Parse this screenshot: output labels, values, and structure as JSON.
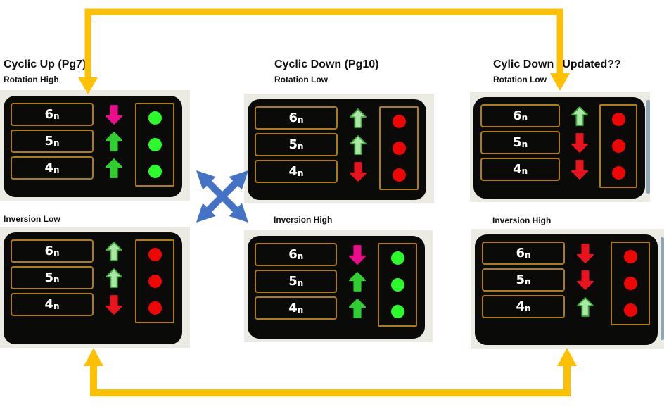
{
  "colors": {
    "gold": "#FFC000",
    "blue": "#4472C4",
    "panel_black": "#0A0A08",
    "frame_gray": "#ECEBE3",
    "box_border": "#AD7D08",
    "label_text": "#FFFFFF",
    "title_text": "#111111",
    "bright_green": "#2FCF2F",
    "pale_green_fill": "#A9E8A4",
    "pale_green_edge": "#44A73E",
    "red": "#E8131D",
    "magenta": "#EB0D8C",
    "dot_green": "#2BFB2B",
    "dot_red": "#F00505"
  },
  "panels": [
    {
      "key": "cyclic-up",
      "title": "Cyclic Up (Pg7)",
      "subtitle": "Rotation High",
      "rows": [
        {
          "label": "6n",
          "arrow": {
            "dir": "down",
            "color": "magenta"
          },
          "dot": "green"
        },
        {
          "label": "5n",
          "arrow": {
            "dir": "up",
            "color": "bright-green"
          },
          "dot": "green"
        },
        {
          "label": "4n",
          "arrow": {
            "dir": "up",
            "color": "bright-green"
          },
          "dot": "green"
        }
      ]
    },
    {
      "key": "cyclic-down",
      "title": "Cyclic Down (Pg10)",
      "subtitle": "Rotation Low",
      "rows": [
        {
          "label": "6n",
          "arrow": {
            "dir": "up",
            "color": "pale-green"
          },
          "dot": "red"
        },
        {
          "label": "5n",
          "arrow": {
            "dir": "up",
            "color": "pale-green"
          },
          "dot": "red"
        },
        {
          "label": "4n",
          "arrow": {
            "dir": "down",
            "color": "red"
          },
          "dot": "red"
        }
      ]
    },
    {
      "key": "cylic-down-updated",
      "title": "Cylic Down",
      "title2": "Updated??",
      "subtitle": "Rotation Low",
      "rows": [
        {
          "label": "6n",
          "arrow": {
            "dir": "up",
            "color": "pale-green"
          },
          "dot": "red"
        },
        {
          "label": "5n",
          "arrow": {
            "dir": "down",
            "color": "red"
          },
          "dot": "red"
        },
        {
          "label": "4n",
          "arrow": {
            "dir": "down",
            "color": "red"
          },
          "dot": "red"
        }
      ]
    },
    {
      "key": "inversion-low",
      "subtitle": "Inversion Low",
      "rows": [
        {
          "label": "6n",
          "arrow": {
            "dir": "up",
            "color": "pale-green"
          },
          "dot": "red"
        },
        {
          "label": "5n",
          "arrow": {
            "dir": "up",
            "color": "pale-green"
          },
          "dot": "red"
        },
        {
          "label": "4n",
          "arrow": {
            "dir": "down",
            "color": "red"
          },
          "dot": "red"
        }
      ]
    },
    {
      "key": "inversion-high-middle",
      "subtitle": "Inversion High",
      "rows": [
        {
          "label": "6n",
          "arrow": {
            "dir": "down",
            "color": "magenta"
          },
          "dot": "green"
        },
        {
          "label": "5n",
          "arrow": {
            "dir": "up",
            "color": "bright-green"
          },
          "dot": "green"
        },
        {
          "label": "4n",
          "arrow": {
            "dir": "up",
            "color": "bright-green"
          },
          "dot": "green"
        }
      ]
    },
    {
      "key": "inversion-high-right",
      "subtitle": "Inversion High",
      "rows": [
        {
          "label": "6n",
          "arrow": {
            "dir": "down",
            "color": "red"
          },
          "dot": "red"
        },
        {
          "label": "5n",
          "arrow": {
            "dir": "down",
            "color": "red"
          },
          "dot": "red"
        },
        {
          "label": "4n",
          "arrow": {
            "dir": "up",
            "color": "pale-green"
          },
          "dot": "red"
        }
      ]
    }
  ],
  "connectors": {
    "top_loop": "feedback arrow from top-left panel across to updated panel",
    "bottom_loop": "feedback arrow between bottom-left and bottom-right panels",
    "cross": "crossed swap arrows between rotation and inversion panels"
  }
}
